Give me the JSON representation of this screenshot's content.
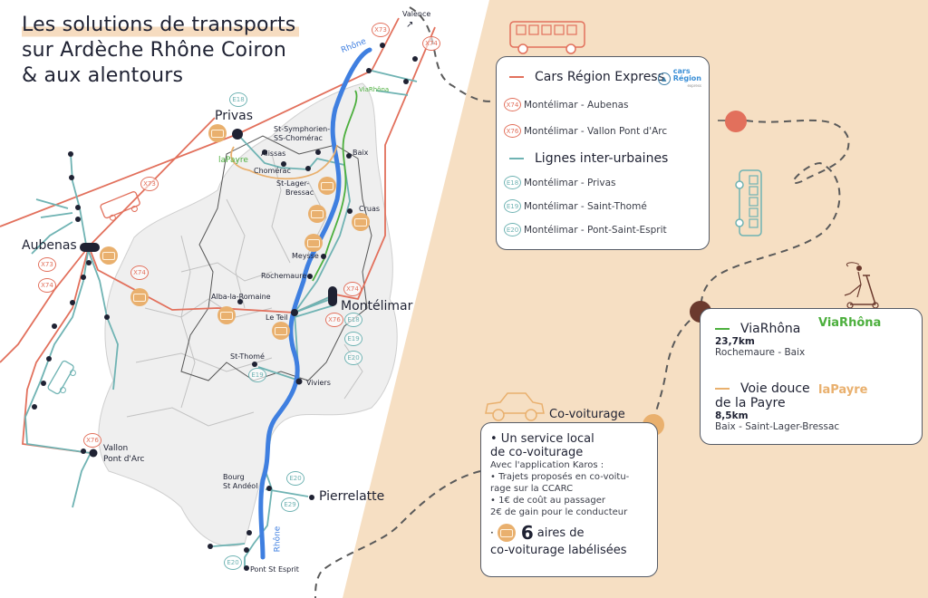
{
  "title": {
    "line1": "Les solutions de transports",
    "line2": "sur Ardèche Rhône Coiron",
    "line3": "& aux alentours"
  },
  "colors": {
    "beige_bg": "#f6dfc3",
    "cars_region": "#e2705c",
    "inter_urbaines": "#6fb3b3",
    "rhone": "#3f7fe0",
    "viarhona": "#4caf3d",
    "payre": "#e9b06e",
    "aire": "#e9b06e",
    "station": "#1f2233",
    "commune_fill": "#efefef",
    "commune_border": "#b9b9b9"
  },
  "map": {
    "river_label": "Rhône",
    "direction_label": "Valence",
    "cities": {
      "privas": "Privas",
      "aubenas": "Aubenas",
      "montelimar": "Montélimar",
      "vallon": "Vallon\nPont d'Arc",
      "vallon_l1": "Vallon",
      "vallon_l2": "Pont d'Arc",
      "pierrelatte": "Pierrelatte"
    },
    "towns": {
      "st_symphorien_l1": "St-Symphorien-",
      "st_symphorien_l2": "SS-Chomérac",
      "alissas": "Alissas",
      "chomerac": "Chomérac",
      "baix": "Baix",
      "st_lager_l1": "St-Lager-",
      "st_lager_l2": "Bressac",
      "cruas": "Cruas",
      "meysse": "Meysse",
      "rochemaure": "Rochemaure",
      "alba": "Alba-la-Romaine",
      "le_teil": "Le Teil",
      "st_thome": "St-Thomé",
      "viviers": "Viviers",
      "bourg_l1": "Bourg",
      "bourg_l2": "St Andéol",
      "pont_st_esprit": "Pont St Esprit"
    },
    "badges": {
      "x73": "X73",
      "x74": "X74",
      "x76": "X76",
      "e18": "E18",
      "e19": "E19",
      "e20": "E20",
      "e29": "E29"
    },
    "payre_logo": "laPayre",
    "viarhona_logo": "ViaRhôna"
  },
  "legend_transports": {
    "cars_region": {
      "heading": "Cars Région Express",
      "logo_line1": "cars",
      "logo_line2": "Région",
      "logo_line3": "express",
      "routes": [
        {
          "code": "X74",
          "label": "Montélimar - Aubenas"
        },
        {
          "code": "X76",
          "label": "Montélimar - Vallon Pont d'Arc"
        }
      ]
    },
    "inter_urbaines": {
      "heading": "Lignes inter-urbaines",
      "routes": [
        {
          "code": "E18",
          "label": "Montélimar - Privas"
        },
        {
          "code": "E19",
          "label": "Montélimar - Saint-Thomé"
        },
        {
          "code": "E20",
          "label": "Montélimar - Pont-Saint-Esprit"
        }
      ]
    }
  },
  "legend_velo": {
    "viarhona": {
      "heading": "ViaRhôna",
      "logo": "ViaRhôna",
      "distance": "23,7km",
      "route": "Rochemaure - Baix"
    },
    "payre": {
      "heading_l1": "Voie douce",
      "heading_l2": "de la Payre",
      "logo": "laPayre",
      "distance": "8,5km",
      "route": "Baix - Saint-Lager-Bressac"
    }
  },
  "covoiturage": {
    "heading": "Co-voiturage",
    "service_l1": "• Un service local",
    "service_l2": "de co-voiturage",
    "app_line": "Avec l'application Karos :",
    "bullet1_l1": "• Trajets proposés en co-voitu-",
    "bullet1_l2": "rage sur la CCARC",
    "bullet2_l1": "• 1€ de coût au passager",
    "bullet2_l2": "2€ de gain pour le conducteur",
    "aires_count": "6",
    "aires_l1": "aires de",
    "aires_l2": "co-voiturage labélisées"
  }
}
